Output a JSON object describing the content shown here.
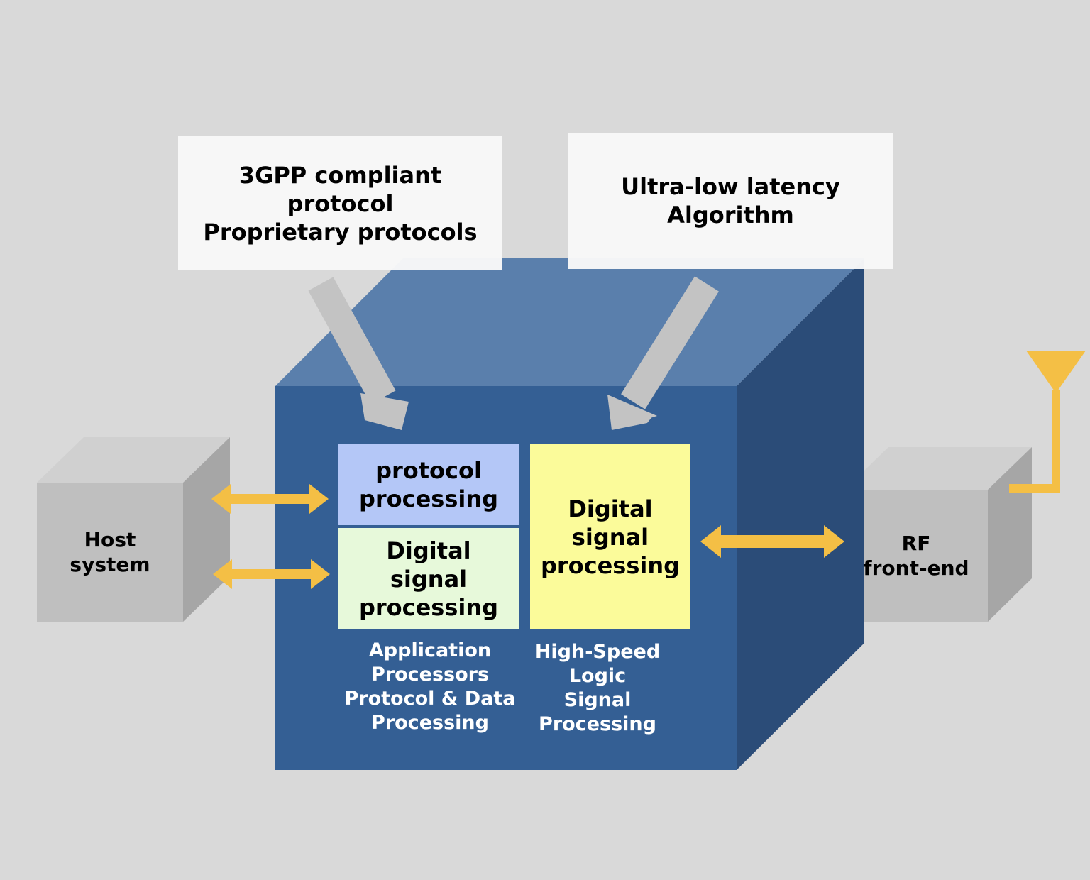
{
  "callouts": {
    "protocol": "3GPP compliant\nprotocol\nProprietary protocols",
    "algorithm": "Ultra-low latency\nAlgorithm"
  },
  "blocks": {
    "protocol_processing": "protocol\nprocessing",
    "dsp_left": "Digital\nsignal\nprocessing",
    "dsp_right": "Digital\nsignal\nprocessing"
  },
  "captions": {
    "left": "Application\nProcessors\nProtocol & Data\nProcessing",
    "right": "High-Speed\nLogic\nSignal\nProcessing"
  },
  "host": {
    "label": "Host\nsystem"
  },
  "rf": {
    "label": "RF\nfront-end"
  },
  "colors": {
    "background": "#d9d9d9",
    "cube_front": "#345f94",
    "cube_top": "#5a7fac",
    "cube_side": "#2b4c78",
    "protocol_block": "#b4c7f7",
    "dsp_left_block": "#e7f9da",
    "dsp_right_block": "#fbfb9a",
    "arrow_yellow": "#f4bf45",
    "arrow_gray": "#c3c3c3",
    "box_gray_front": "#bfbfbf",
    "box_gray_top": "#d0d0d0",
    "box_gray_side": "#a6a6a6"
  }
}
